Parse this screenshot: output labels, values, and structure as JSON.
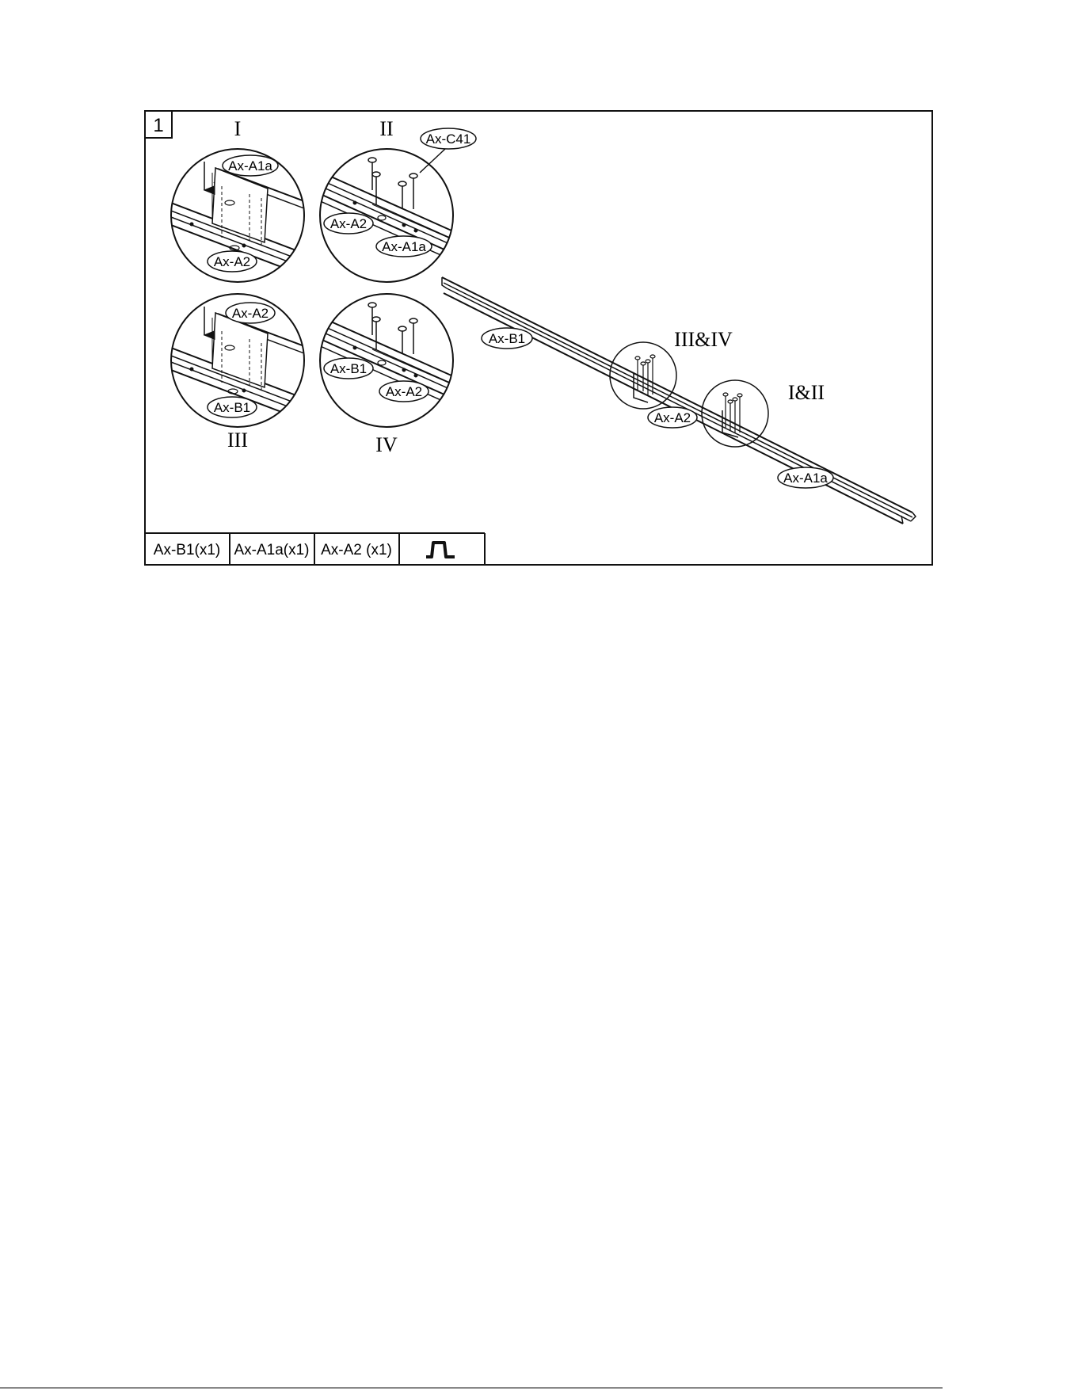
{
  "step": {
    "number": "1"
  },
  "views": {
    "v1": "I",
    "v2": "II",
    "v3": "III",
    "v4": "IV",
    "v34": "III&IV",
    "v12": "I&II"
  },
  "labels": {
    "ax_a1a": "Ax-A1a",
    "ax_a2": "Ax-A2",
    "ax_c41": "Ax-C41",
    "ax_b1": "Ax-B1"
  },
  "parts_table": {
    "cells": [
      "Ax-B1(x1)",
      "Ax-A1a(x1)",
      "Ax-A2 (x1)"
    ],
    "tool_icon": "stepped-profile-icon"
  }
}
